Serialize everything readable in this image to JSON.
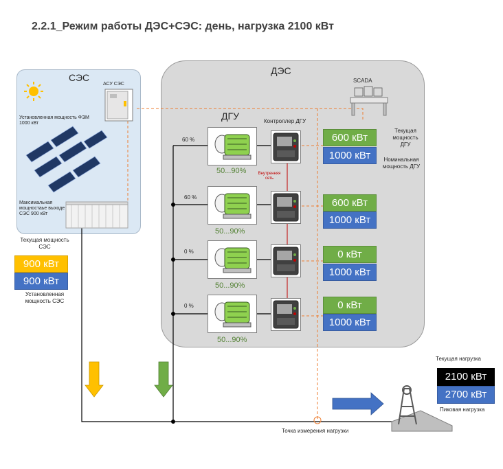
{
  "title": "2.2.1_Режим работы ДЭС+СЭС: день, нагрузка 2100 кВт",
  "ses": {
    "label": "СЭС",
    "asu_label": "АСУ СЭС",
    "pv_label": "Установленная мощность ФЭМ 1000 кВт",
    "inverter_label": "Максимальная мощностаье выходе СЭС 900 кВт",
    "current_label": "Текущая мощность СЭС",
    "current_value": "900 кВт",
    "installed_label": "Установленная мощность СЭС",
    "installed_value": "900 кВт"
  },
  "des": {
    "label": "ДЭС",
    "dgu_label": "ДГУ",
    "controller_label": "Контроллер ДГУ",
    "scada_label": "SCADA",
    "internal_network_label": "Внутренняя сеть",
    "current_dgu_label": "Текущая мощность ДГУ",
    "nominal_dgu_label": "Номинальная мощность ДГУ",
    "units": [
      {
        "load_pct": "60 %",
        "range": "50...90%",
        "current": "600 кВт",
        "nominal": "1000 кВт"
      },
      {
        "load_pct": "60 %",
        "range": "50...90%",
        "current": "600 кВт",
        "nominal": "1000 кВт"
      },
      {
        "load_pct": "0 %",
        "range": "50...90%",
        "current": "0 кВт",
        "nominal": "1000 кВт"
      },
      {
        "load_pct": "0 %",
        "range": "50...90%",
        "current": "0 кВт",
        "nominal": "1000 кВт"
      }
    ]
  },
  "load": {
    "current_label": "Текущая нагрузка",
    "current_value": "2100 кВт",
    "peak_value": "2700 кВт",
    "peak_label": "Пиковая нагрузка",
    "measurement_point_label": "Точка измерения нагрузки"
  },
  "colors": {
    "ses_panel": "#dbe8f4",
    "des_panel": "#d9d9d9",
    "current_power": "#70ad47",
    "nominal_power": "#4472c4",
    "ses_power": "#ffc000",
    "load_power": "#000000",
    "signal_line": "#ed7d31",
    "internal_network": "#c00000"
  }
}
